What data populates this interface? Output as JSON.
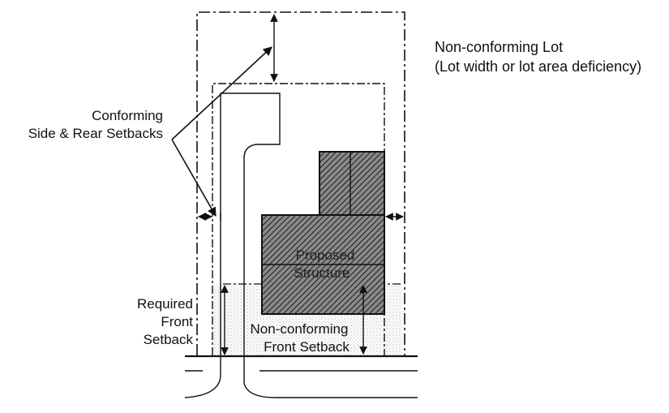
{
  "labels": {
    "nonconforming_lot_line1": "Non-conforming Lot",
    "nonconforming_lot_line2": "(Lot width or lot area deficiency)",
    "conforming_line1": "Conforming",
    "conforming_line2": "Side & Rear Setbacks",
    "proposed_line1": "Proposed",
    "proposed_line2": "Structure",
    "required_line1": "Required",
    "required_line2": "Front",
    "required_line3": "Setback",
    "nonconf_front_line1": "Non-conforming",
    "nonconf_front_line2": "Front Setback"
  },
  "colors": {
    "ink": "#111111",
    "hatch_fill": "#6e6e6e",
    "stipple": "#bdbdbd"
  }
}
